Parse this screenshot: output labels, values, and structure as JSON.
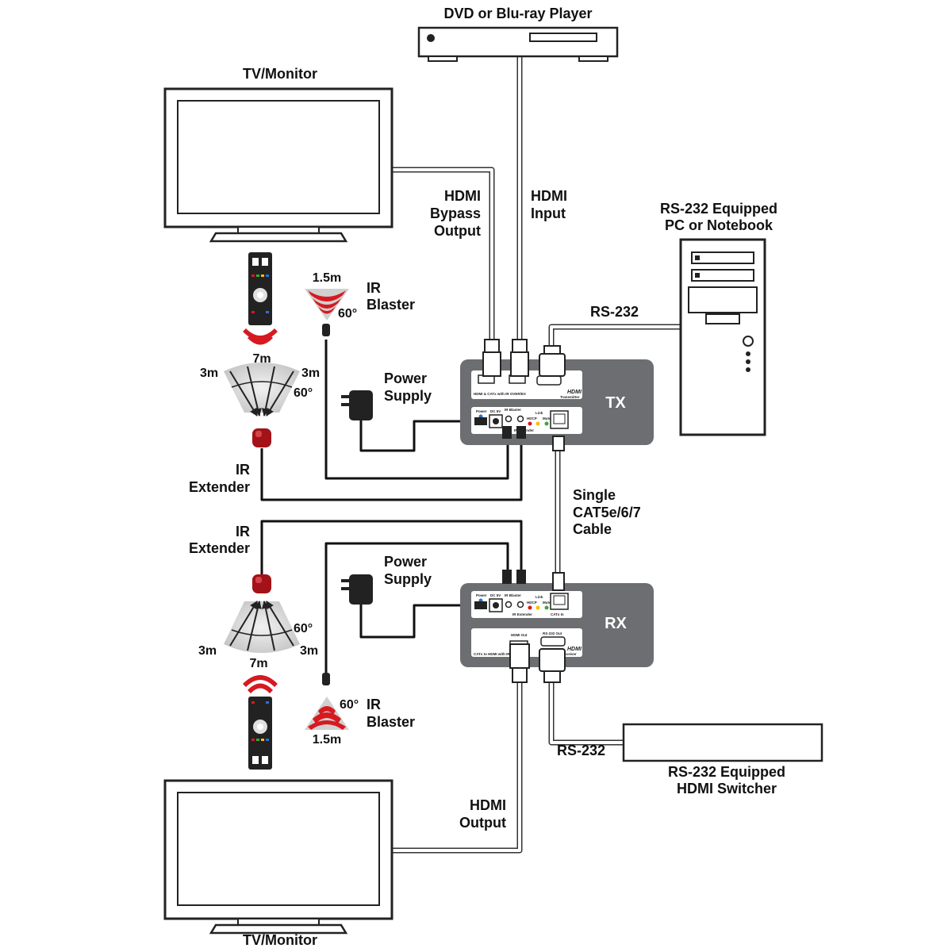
{
  "devices": {
    "dvd_player": "DVD or Blu-ray Player",
    "tv_top": "TV/Monitor",
    "tv_bottom": "TV/Monitor",
    "pc": [
      "RS-232 Equipped",
      "PC or Notebook"
    ],
    "switcher": [
      "RS-232 Equipped",
      "HDMI Switcher"
    ],
    "tx": "TX",
    "rx": "RX"
  },
  "cables": {
    "hdmi_bypass": [
      "HDMI",
      "Bypass",
      "Output"
    ],
    "hdmi_input": [
      "HDMI",
      "Input"
    ],
    "rs232_top": "RS-232",
    "rs232_bottom": "RS-232",
    "cat": [
      "Single",
      "CAT5e/6/7",
      "Cable"
    ],
    "hdmi_output": [
      "HDMI",
      "Output"
    ]
  },
  "accessories": {
    "power_supply_top": [
      "Power",
      "Supply"
    ],
    "power_supply_bottom": [
      "Power",
      "Supply"
    ],
    "ir_blaster_top": [
      "IR",
      "Blaster"
    ],
    "ir_blaster_bottom": [
      "IR",
      "Blaster"
    ],
    "ir_extender_top": [
      "IR",
      "Extender"
    ],
    "ir_extender_bottom": [
      "IR",
      "Extender"
    ]
  },
  "ranges": {
    "blaster_top_distance": "1.5m",
    "blaster_top_angle": "60°",
    "blaster_bottom_distance": "1.5m",
    "blaster_bottom_angle": "60°",
    "extender_top_center": "7m",
    "extender_top_left": "3m",
    "extender_top_right": "3m",
    "extender_top_angle": "60°",
    "extender_bottom_center": "7m",
    "extender_bottom_left": "3m",
    "extender_bottom_right": "3m",
    "extender_bottom_angle": "60°"
  },
  "panel_text": {
    "tx_front_model": "HDMI & CATx with IR OVER/EX",
    "tx_front_logo": "HDMI",
    "tx_front_sub": "Transmitter",
    "tx_rear_power": "Power",
    "tx_rear_dc": "DC 5V",
    "tx_rear_ir_blaster": "IR Blaster",
    "tx_rear_ir_extender": "IR Extender",
    "tx_rear_hdcp": "HDCP",
    "tx_rear_link": "Link",
    "tx_rear_mute": "Mute",
    "rx_rear_power": "Power",
    "rx_rear_dc": "DC 5V",
    "rx_rear_ir_blaster": "IR Blaster",
    "rx_rear_ir_extender": "IR Extender",
    "rx_rear_hdcp": "HDCP",
    "rx_rear_link": "Link",
    "rx_rear_mute": "Mute",
    "rx_rear_catx": "CATx In",
    "rx_front_hdmi_out": "HDMI Out",
    "rx_front_rs232": "RS-232 Out",
    "rx_front_model": "CATx to HDMI with IR",
    "rx_front_logo": "HDMI",
    "rx_front_sub": "Receiver"
  },
  "colors": {
    "unit_body": "#6d6e71",
    "panel": "#ffffff",
    "ir_red": "#d71920",
    "range_fan": "#cfcfcf",
    "cable_outline": "#333333"
  }
}
